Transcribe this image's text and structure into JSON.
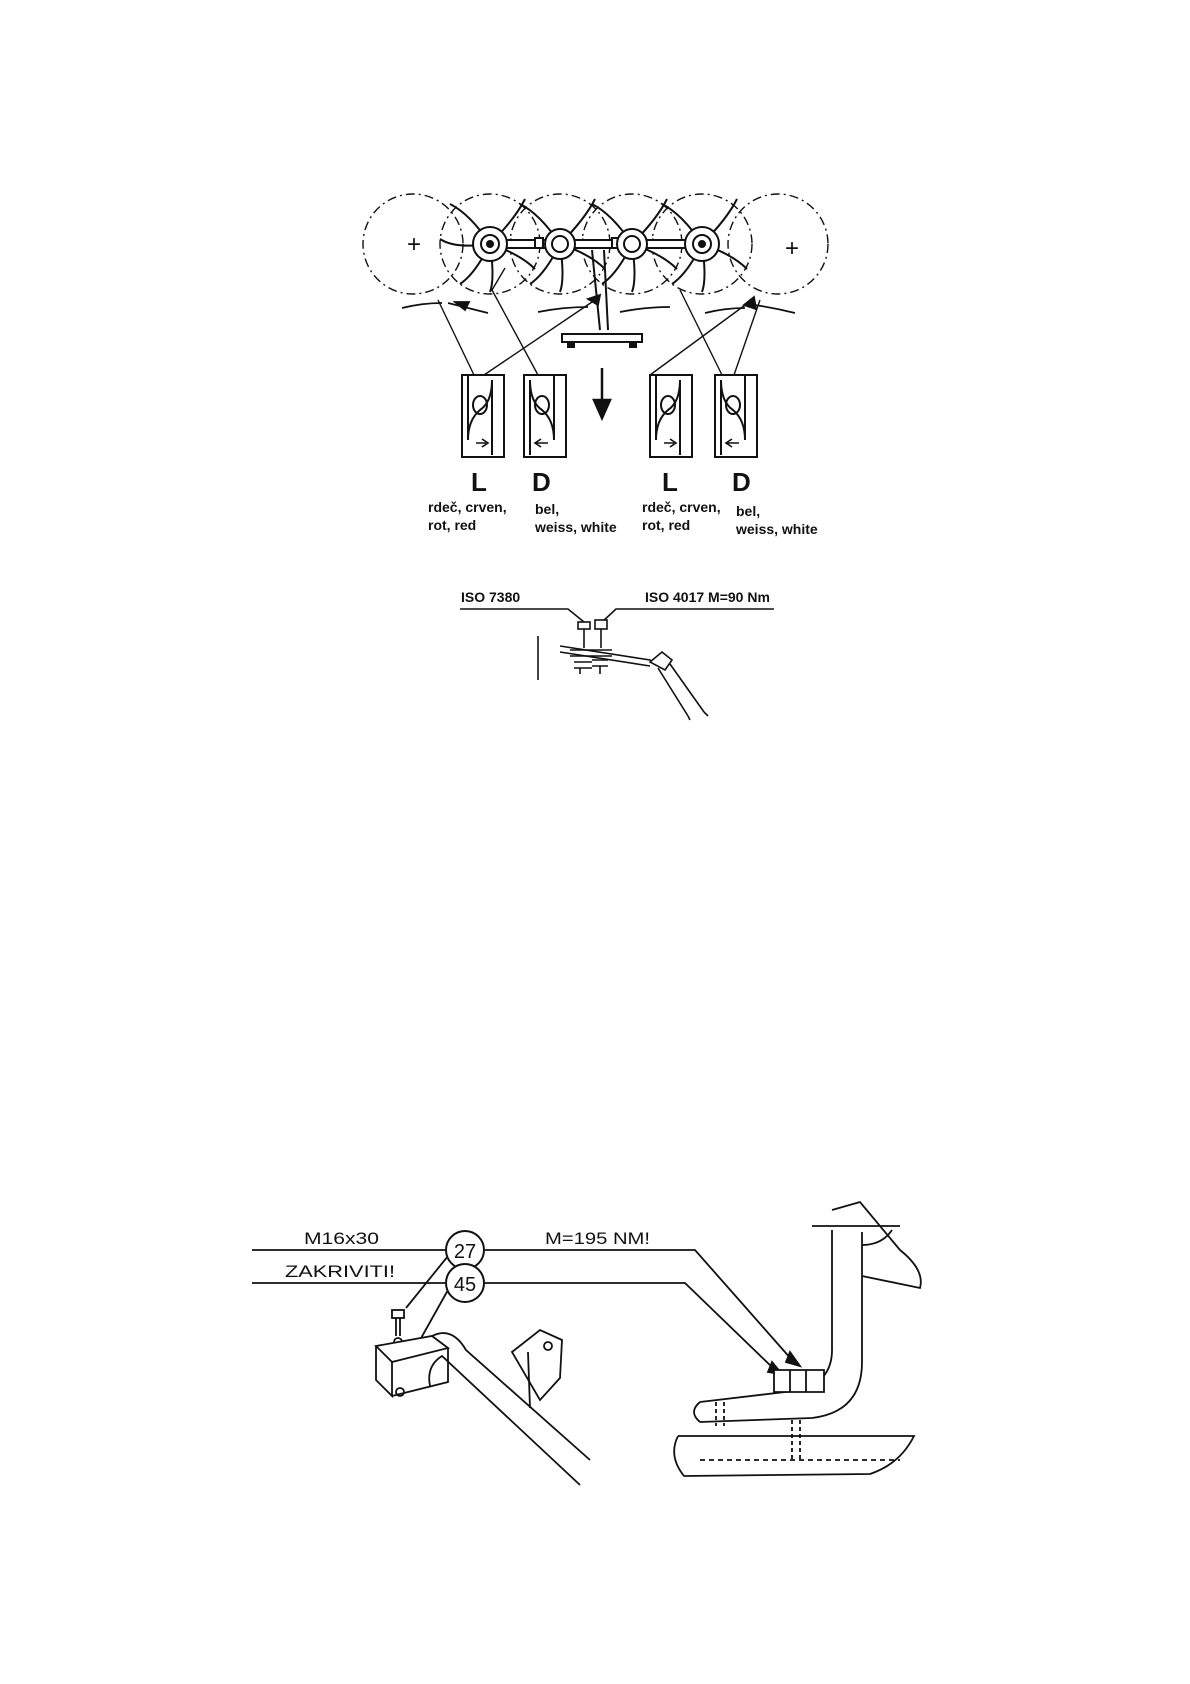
{
  "rake": {
    "plus_left": "+",
    "plus_right": "+",
    "tines": [
      {
        "letter": "L",
        "line1": "rdeč, crven,",
        "line2": "rot, red"
      },
      {
        "letter": "D",
        "line1": "bel,",
        "line2": "weiss, white"
      },
      {
        "letter": "L",
        "line1": "rdeč, crven,",
        "line2": "rot, red"
      },
      {
        "letter": "D",
        "line1": "bel,",
        "line2": "weiss, white"
      }
    ]
  },
  "bolt_detail": {
    "iso_left": "ISO 7380",
    "iso_right": "ISO 4017  M=90 Nm"
  },
  "mount_detail": {
    "bolt_size": "M16x30",
    "instruction": "ZAKRIVITI!",
    "torque": "M=195 NM!",
    "part_a": "27",
    "part_b": "45"
  },
  "colors": {
    "ink": "#111111",
    "background": "#ffffff"
  }
}
